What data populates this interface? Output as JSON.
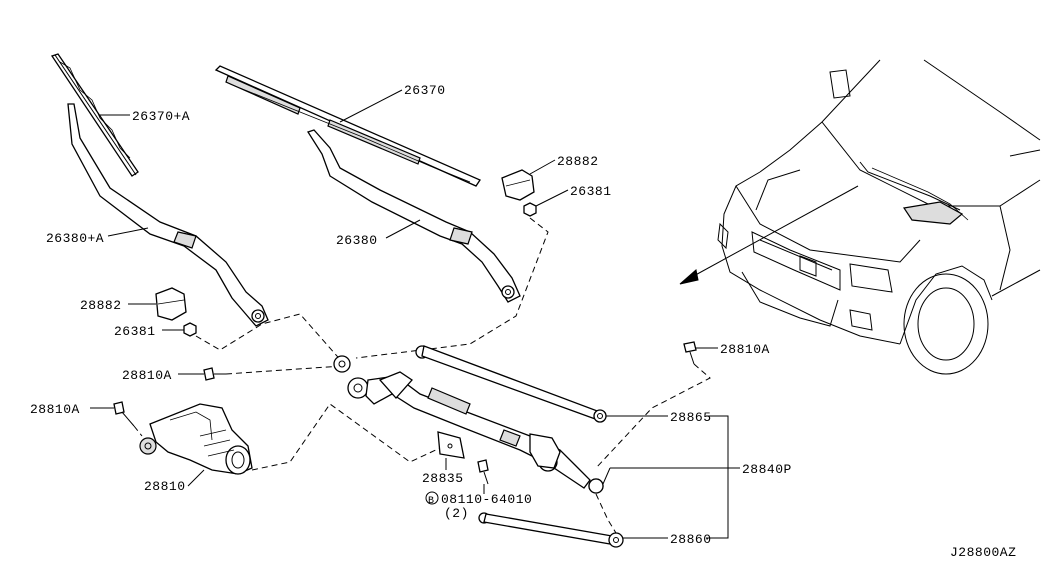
{
  "diagram_code": "J28800AZ",
  "parts": {
    "blade_lh": "26370+A",
    "blade_rh": "26370",
    "arm_lh": "26380+A",
    "arm_rh": "26380",
    "cap_upper": "28882",
    "nut_upper": "26381",
    "cap_lower": "28882",
    "nut_lower": "26381",
    "bolt_right": "28810A",
    "bolt_mid": "28810A",
    "bolt_left": "28810A",
    "linkage_rod": "28865",
    "pivot": "28840P",
    "drive_link": "28860",
    "bracket": "28835",
    "motor": "28810"
  },
  "fastener": {
    "symbol": "B",
    "code": "08110-64010",
    "qty": "(2)"
  }
}
